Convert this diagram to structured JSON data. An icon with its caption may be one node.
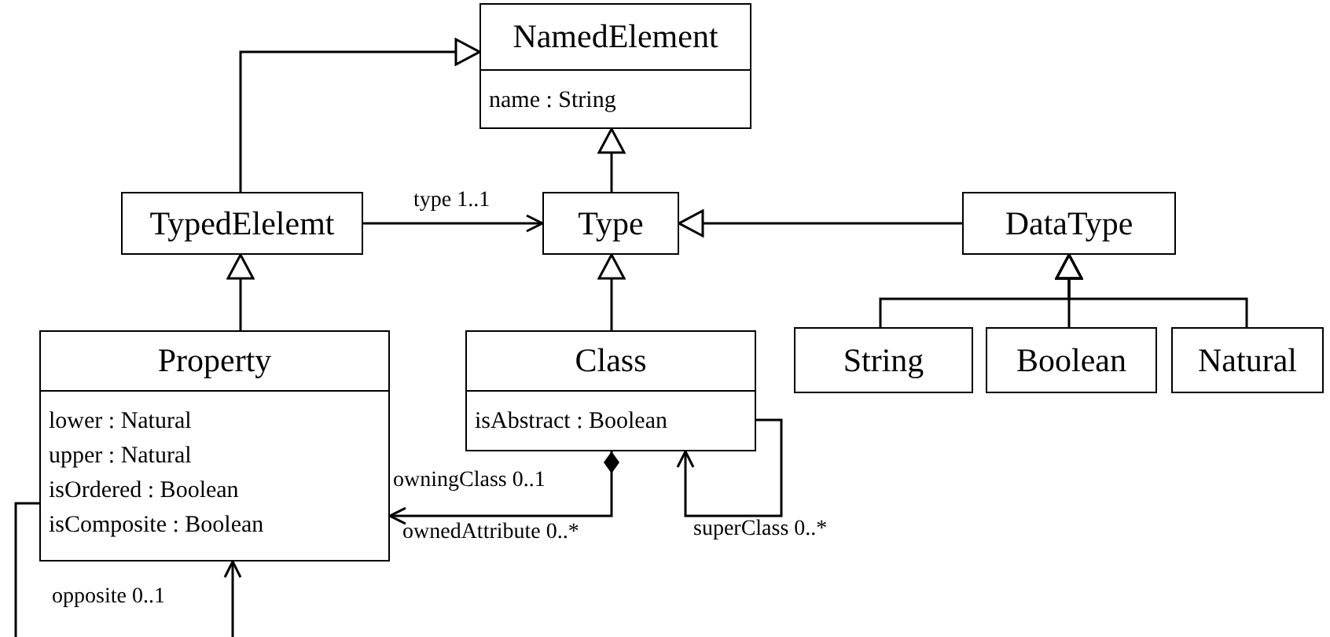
{
  "diagram": {
    "nodes": [
      {
        "text": [
          "NamedElement",
          "name : String"
        ]
      },
      {
        "text": [
          "TypedElelemt"
        ]
      },
      {
        "text": [
          "Type"
        ]
      },
      {
        "text": [
          "DataType"
        ]
      },
      {
        "text": [
          "Property",
          "lower : Natural",
          "upper : Natural",
          "isOrdered : Boolean",
          "isComposite : Boolean"
        ]
      },
      {
        "text": [
          "Class",
          "isAbstract : Boolean"
        ]
      },
      {
        "text": [
          "String"
        ]
      },
      {
        "text": [
          "Boolean"
        ]
      },
      {
        "text": [
          "Natural"
        ]
      }
    ],
    "edges": [
      {
        "from": 1,
        "to": 0,
        "arrow": "to"
      },
      {
        "from": 2,
        "to": 0,
        "arrow": "to"
      },
      {
        "from": 3,
        "to": 2,
        "arrow": "to"
      },
      {
        "from": 4,
        "to": 1,
        "arrow": "to"
      },
      {
        "from": 5,
        "to": 2,
        "arrow": "to"
      },
      {
        "from": 6,
        "to": 3,
        "arrow": "to"
      },
      {
        "from": 7,
        "to": 3,
        "arrow": "to"
      },
      {
        "from": 8,
        "to": 3,
        "arrow": "to"
      },
      {
        "from": 1,
        "to": 2,
        "arrow": "to",
        "label": "type 1..1"
      },
      {
        "from": 5,
        "to": 4,
        "arrow": "to",
        "label": "ownedAttribute 0..*"
      },
      {
        "from": 5,
        "to": 5,
        "arrow": "to",
        "label": "superClass 0..*"
      },
      {
        "from": 4,
        "to": 4,
        "arrow": "to",
        "label": "opposite 0..1"
      }
    ],
    "labels": [
      "owningClass 0..1"
    ]
  }
}
